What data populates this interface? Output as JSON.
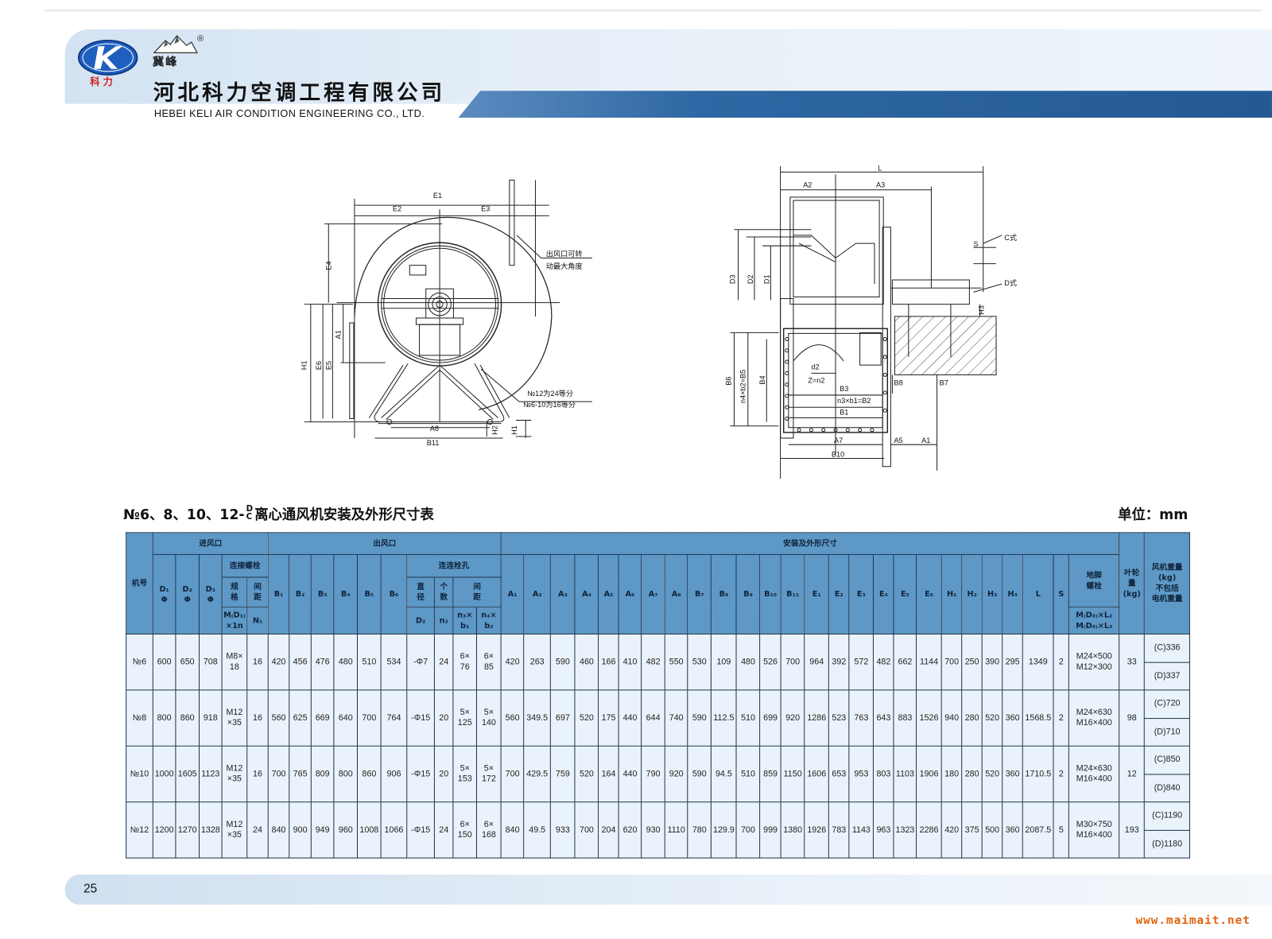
{
  "header": {
    "company_cn": "河北科力空调工程有限公司",
    "company_en": "HEBEI KELI AIR CONDITION ENGINEERING CO., LTD.",
    "logo_caption": "科力",
    "brand_name": "冀峰",
    "registered_mark": "®",
    "accent_color": "#2f6aa6"
  },
  "diagram_front": {
    "labels": {
      "e1": "E1",
      "e2": "E2",
      "e3": "E3",
      "e4": "E4",
      "a1": "A1",
      "h1": "H1",
      "e6": "E6",
      "e5": "E5",
      "a8": "A8",
      "b11": "B11",
      "h2": "H2",
      "h1b": "H1"
    },
    "note_outlet_1": "出风口可转",
    "note_outlet_2": "动最大角度",
    "note_div_1": "№12为24等分",
    "note_div_2": "№6-10为16等分"
  },
  "diagram_side": {
    "labels": {
      "l": "L",
      "a2": "A2",
      "a3": "A3",
      "s": "S",
      "c": "C式",
      "d": "D式",
      "h3": "H3",
      "d3": "D3",
      "d2": "D2",
      "d1": "D1",
      "b6": "B6",
      "b5": "n4×b2=B5",
      "b4": "B4",
      "d2s": "d2",
      "z": "Z=n2",
      "b3": "B3",
      "b2": "n3×b1=B2",
      "b1": "B1",
      "b8": "B8",
      "b7": "B7",
      "a7": "A7",
      "a5": "A5",
      "a1": "A1",
      "b10": "B10"
    }
  },
  "table_title": {
    "prefix": "№6、8、10、12-",
    "stack_top": "D",
    "stack_bottom": "C",
    "suffix": "离心通风机安装及外形尺寸表",
    "unit": "单位：mm"
  },
  "table": {
    "head": {
      "model": "机号",
      "inlet": "进风口",
      "outlet": "出风口",
      "install": "安装及外形尺寸",
      "impeller": "叶轮\n量\n(kg)",
      "weight": "风机重量\n(kg)\n不包括\n电机重量",
      "inlet_cols": [
        "D₁\nΦ",
        "D₂\nΦ",
        "D₃\nΦ"
      ],
      "bolt_group": "连接螺栓",
      "bolt_spec": "规\n格",
      "bolt_pitch": "间\n距",
      "bolt_spec_sub": "M₍D₁₎\n×1n",
      "bolt_pitch_sub": "N₁",
      "outlet_cols": [
        "B₁",
        "B₂",
        "B₃",
        "B₄",
        "B₅",
        "B₆"
      ],
      "hole_group": "连连栓孔",
      "hole_dia": "直\n径",
      "hole_count": "个\n数",
      "hole_pitch": "间\n距",
      "hole_dia_sub": "D₂",
      "hole_count_sub": "n₂",
      "hole_p1_sub": "n₃×\nb₁",
      "hole_p2_sub": "n₄×\nb₂",
      "dim_cols": [
        "A₁",
        "A₂",
        "A₃",
        "A₄",
        "A₅",
        "A₆",
        "A₇",
        "A₈",
        "B₇",
        "B₈",
        "B₉",
        "B₁₀",
        "B₁₁",
        "E₁",
        "E₂",
        "E₃",
        "E₄",
        "E₅",
        "E₆",
        "H₁",
        "H₂",
        "H₃",
        "H₄",
        "L",
        "S"
      ],
      "anchor": "地脚\n螺栓",
      "anchor_sub": "M₍D₀₎×L₂\nM₍D₀₎×L₃"
    },
    "rows": [
      {
        "model": "№6",
        "inlet": [
          "600",
          "650",
          "708"
        ],
        "bolt_spec": "M8×\n18",
        "n1": "16",
        "outlet": [
          "420",
          "456",
          "476",
          "480",
          "510",
          "534"
        ],
        "hole_dia": "-Φ7",
        "n2": "24",
        "n3b1": "6×\n76",
        "n4b2": "6×\n85",
        "dims": [
          "420",
          "263",
          "590",
          "460",
          "166",
          "410",
          "482",
          "550",
          "530",
          "109",
          "480",
          "526",
          "700",
          "964",
          "392",
          "572",
          "482",
          "662",
          "1144",
          "700",
          "250",
          "390",
          "295",
          "1349",
          "2"
        ],
        "anchor": "M24×500\nM12×300",
        "impeller": "33",
        "weight_c": "(C)336",
        "weight_d": "(D)337"
      },
      {
        "model": "№8",
        "inlet": [
          "800",
          "860",
          "918"
        ],
        "bolt_spec": "M12\n×35",
        "n1": "16",
        "outlet": [
          "560",
          "625",
          "669",
          "640",
          "700",
          "764"
        ],
        "hole_dia": "-Φ15",
        "n2": "20",
        "n3b1": "5×\n125",
        "n4b2": "5×\n140",
        "dims": [
          "560",
          "349.5",
          "697",
          "520",
          "175",
          "440",
          "644",
          "740",
          "590",
          "112.5",
          "510",
          "699",
          "920",
          "1286",
          "523",
          "763",
          "643",
          "883",
          "1526",
          "940",
          "280",
          "520",
          "360",
          "1568.5",
          "2"
        ],
        "anchor": "M24×630\nM16×400",
        "impeller": "98",
        "weight_c": "(C)720",
        "weight_d": "(D)710"
      },
      {
        "model": "№10",
        "inlet": [
          "1000",
          "1605",
          "1123"
        ],
        "bolt_spec": "M12\n×35",
        "n1": "16",
        "outlet": [
          "700",
          "765",
          "809",
          "800",
          "860",
          "906"
        ],
        "hole_dia": "-Φ15",
        "n2": "20",
        "n3b1": "5×\n153",
        "n4b2": "5×\n172",
        "dims": [
          "700",
          "429.5",
          "759",
          "520",
          "164",
          "440",
          "790",
          "920",
          "590",
          "94.5",
          "510",
          "859",
          "1150",
          "1606",
          "653",
          "953",
          "803",
          "1103",
          "1906",
          "180",
          "280",
          "520",
          "360",
          "1710.5",
          "2"
        ],
        "anchor": "M24×630\nM16×400",
        "impeller": "12",
        "weight_c": "(C)850",
        "weight_d": "(D)840"
      },
      {
        "model": "№12",
        "inlet": [
          "1200",
          "1270",
          "1328"
        ],
        "bolt_spec": "M12\n×35",
        "n1": "24",
        "outlet": [
          "840",
          "900",
          "949",
          "960",
          "1008",
          "1066"
        ],
        "hole_dia": "-Φ15",
        "n2": "24",
        "n3b1": "6×\n150",
        "n4b2": "6×\n168",
        "dims": [
          "840",
          "49.5",
          "933",
          "700",
          "204",
          "620",
          "930",
          "1110",
          "780",
          "129.9",
          "700",
          "999",
          "1380",
          "1926",
          "783",
          "1143",
          "963",
          "1323",
          "2286",
          "420",
          "375",
          "500",
          "360",
          "2087.5",
          "5"
        ],
        "anchor": "M30×750\nM16×400",
        "impeller": "193",
        "weight_c": "(C)1190",
        "weight_d": "(D)1180"
      }
    ]
  },
  "footer": {
    "page_number": "25",
    "watermark": "www.maimait.net"
  }
}
